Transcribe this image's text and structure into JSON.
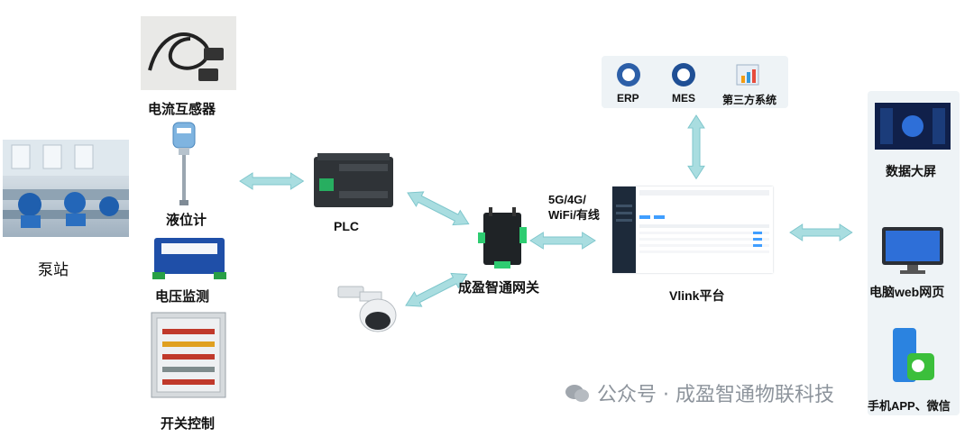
{
  "nodes": {
    "pump_station": "泵站",
    "current_transformer": "电流互感器",
    "level_meter": "液位计",
    "voltage_monitor": "电压监测",
    "switch_control": "开关控制",
    "plc": "PLC",
    "gateway": "成盈智通网关",
    "network": "5G/4G/\nWiFi/有线",
    "platform": "Vlink平台",
    "erp": "ERP",
    "mes": "MES",
    "third_party": "第三方系统",
    "big_screen": "数据大屏",
    "pc_web": "电脑web网页",
    "mobile_app": "手机APP、微信"
  },
  "watermark": "公众号 · 成盈智通物联科技",
  "colors": {
    "arrow": "#a9dde0",
    "arrow_stroke": "#7ec6cc",
    "panel": "#eef3f6"
  }
}
